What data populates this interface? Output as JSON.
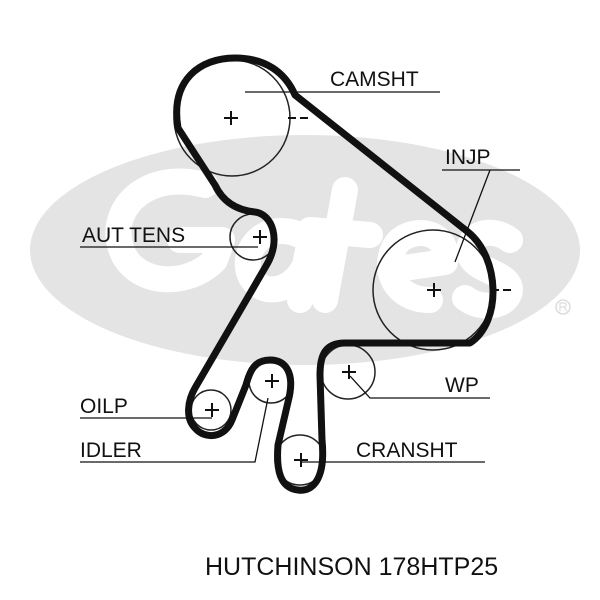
{
  "watermark": {
    "brand": "Gates",
    "registered_mark": "®"
  },
  "labels": {
    "camshaft": "CAMSHT",
    "injection_pump": "INJP",
    "auto_tensioner": "AUT TENS",
    "oil_pump": "OILP",
    "water_pump": "WP",
    "idler": "IDLER",
    "crankshaft": "CRANSHT"
  },
  "caption": "HUTCHINSON 178HTP25"
}
